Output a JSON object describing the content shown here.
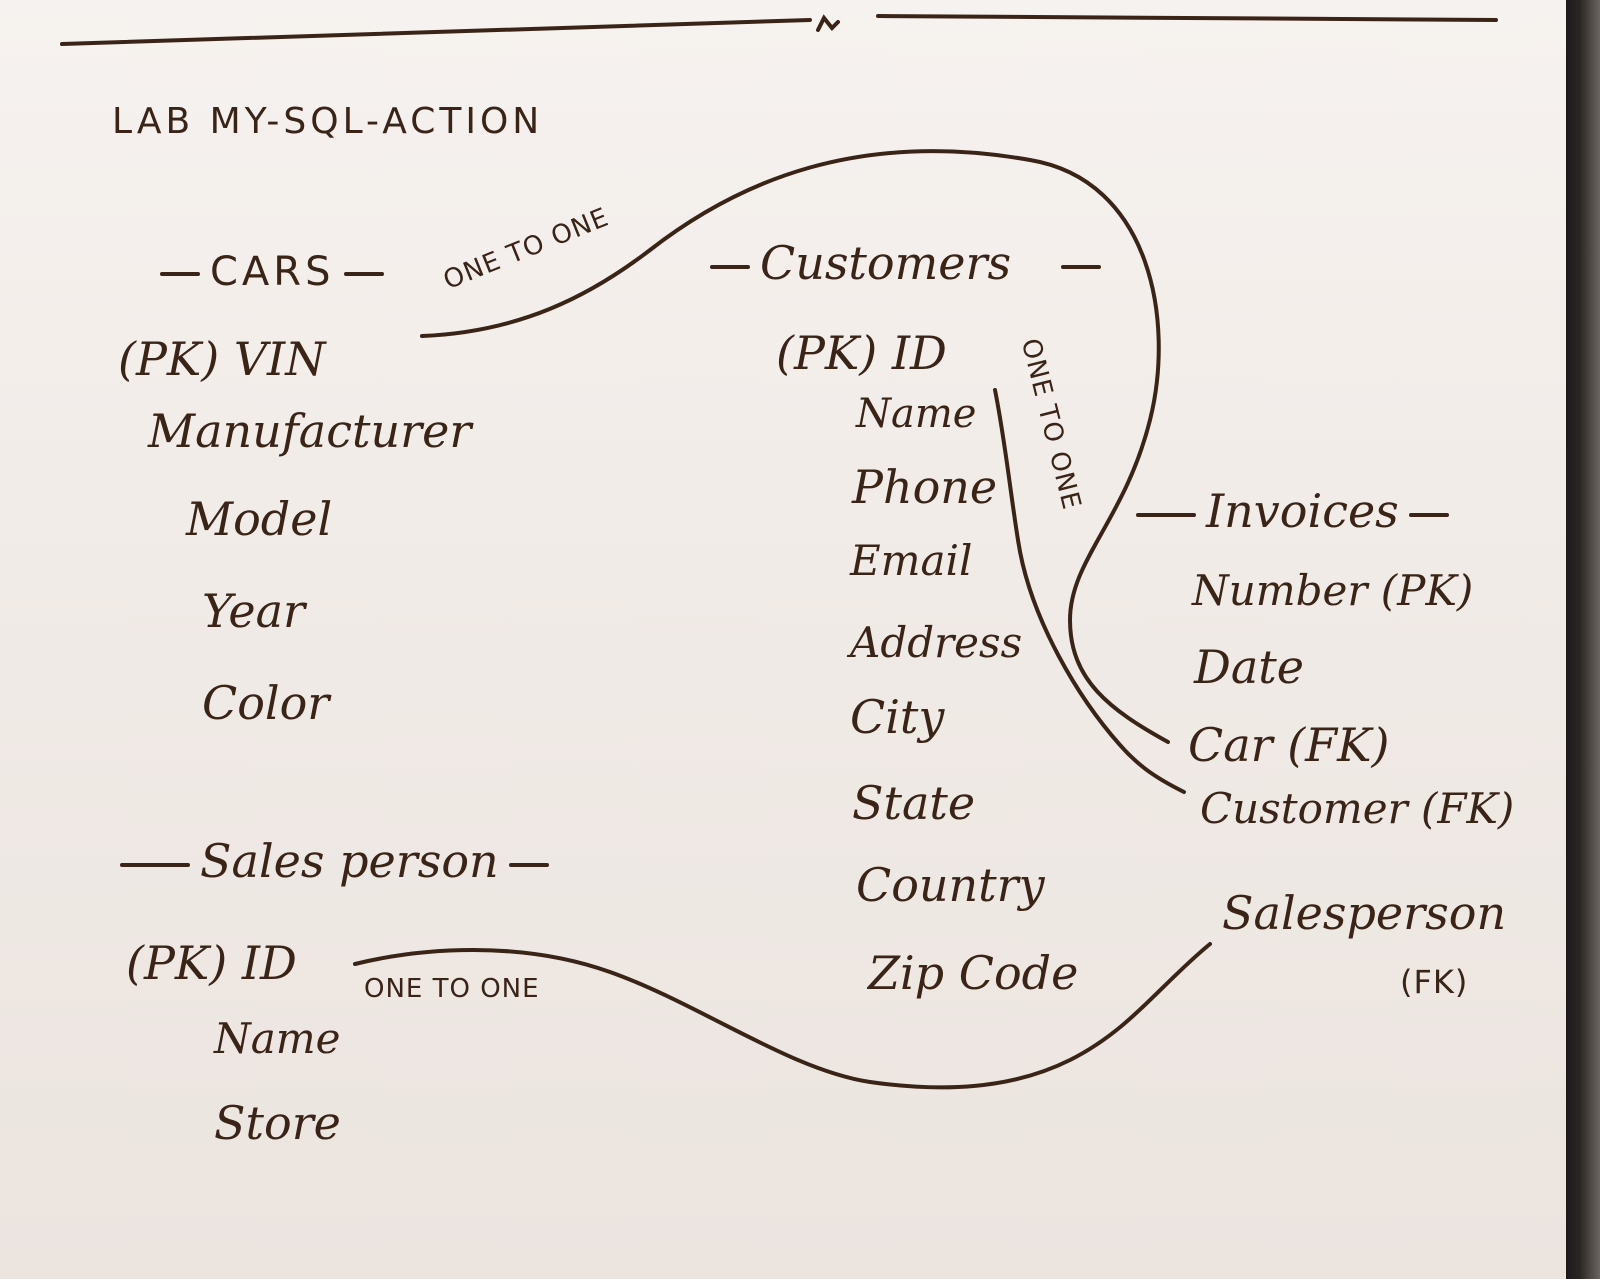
{
  "title": "LAB MY-SQL-ACTION",
  "relations": {
    "cars_customers": "ONE TO ONE",
    "customers_invoices": "ONE TO ONE",
    "salesperson_invoices": "ONE TO ONE"
  },
  "cars": {
    "heading": "CARS",
    "fields": [
      "(PK) VIN",
      "Manufacturer",
      "Model",
      "Year",
      "Color"
    ]
  },
  "customers": {
    "heading": "Customers",
    "fields": [
      "(PK) ID",
      "Name",
      "Phone",
      "Email",
      "Address",
      "City",
      "State",
      "Country",
      "Zip Code"
    ]
  },
  "invoices": {
    "heading": "Invoices",
    "fields": [
      "Number (PK)",
      "Date",
      "Car (FK)",
      "Customer (FK)",
      "Salesperson",
      "(FK)"
    ]
  },
  "salesperson": {
    "heading": "Sales person",
    "fields": [
      "(PK) ID",
      "Name",
      "Store"
    ]
  },
  "colors": {
    "ink": "#3a2418",
    "paper": "#f3eeea"
  }
}
